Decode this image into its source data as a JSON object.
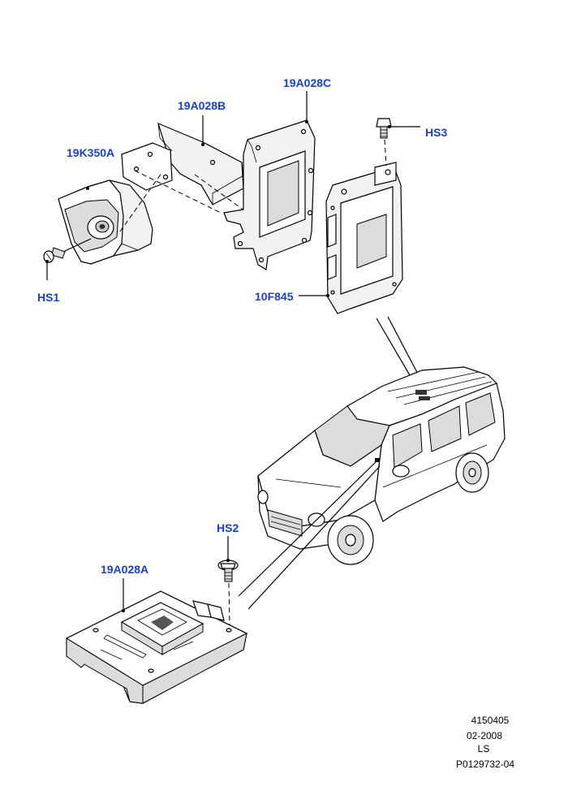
{
  "labels": {
    "camera": "19K350A",
    "bracket_b": "19A028B",
    "bracket_c": "19A028C",
    "screw_hs3": "HS3",
    "screw_hs1": "HS1",
    "module": "10F845",
    "screw_hs2": "HS2",
    "bracket_a": "19A028A"
  },
  "reference": {
    "number": "4150405",
    "date": "02-2008",
    "code": "LS",
    "part": "P0129732-04"
  },
  "colors": {
    "label": "#1a3fd6",
    "line": "#000000"
  }
}
